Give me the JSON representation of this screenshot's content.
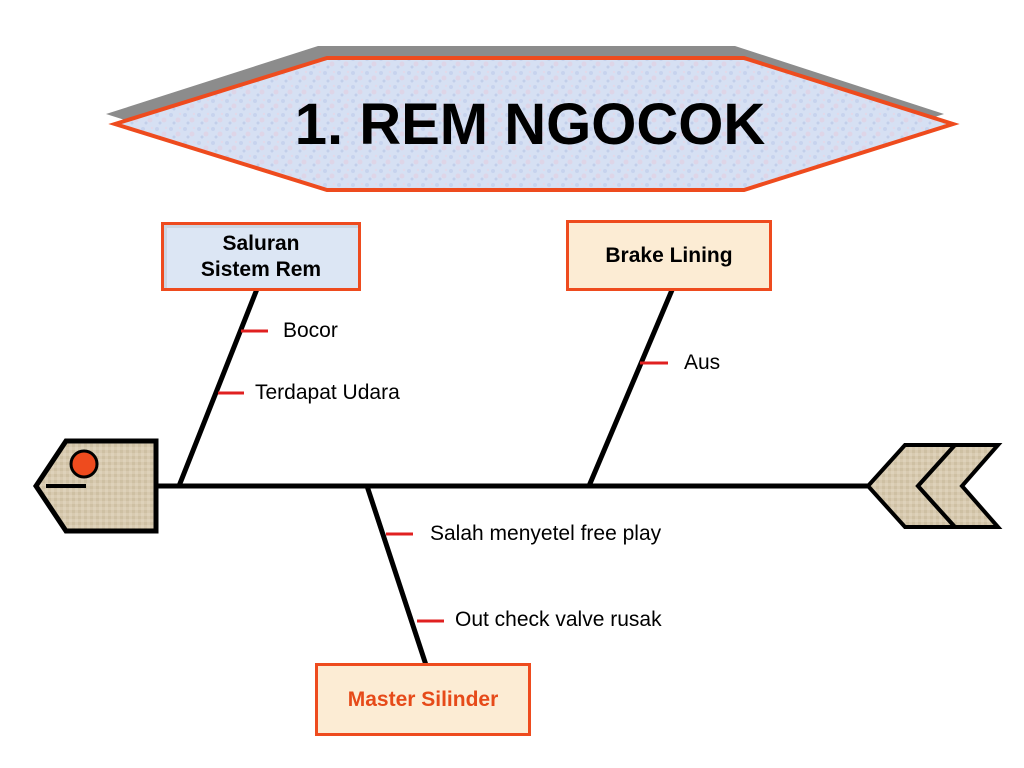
{
  "title": "1. REM NGOCOK",
  "categories": [
    {
      "label": "Saluran Sistem Rem",
      "causes": [
        "Bocor",
        "Terdapat Udara"
      ]
    },
    {
      "label": "Brake Lining",
      "causes": [
        "Aus"
      ]
    },
    {
      "label": "Master Silinder",
      "causes": [
        "Salah menyetel free play",
        "Out check valve rusak"
      ]
    }
  ],
  "colors": {
    "accent": "#ee4b1e",
    "title_fill": "#cfdaf0",
    "title_shadow": "#8c8c8c",
    "box_blue": "#dce6f4",
    "box_tan": "#fcecd4",
    "fish_fill": "#d9cbb0",
    "spine": "#000000",
    "eye": "#ee4b1e"
  },
  "icons": {
    "head": "fish-head-icon",
    "tail": "fish-tail-icon"
  }
}
